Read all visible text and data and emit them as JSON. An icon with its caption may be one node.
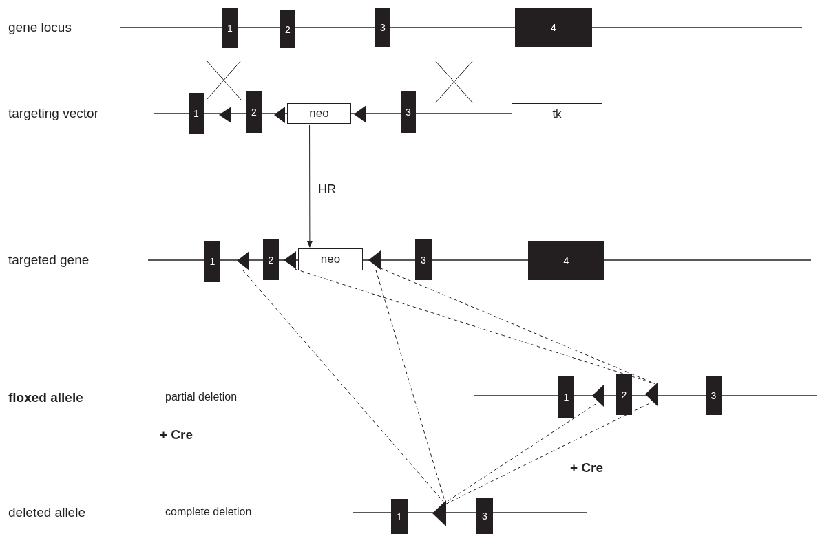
{
  "diagram": {
    "nodes": [
      {
        "text": [
          "1"
        ]
      },
      {
        "text": [
          "2"
        ]
      },
      {
        "text": [
          "3"
        ]
      },
      {
        "text": [
          "4"
        ]
      },
      {
        "text": [
          "1"
        ]
      },
      {
        "text": [],
        "shape": "triangle"
      },
      {
        "text": [
          "2"
        ]
      },
      {
        "text": [],
        "shape": "triangle"
      },
      {
        "text": [
          "neo"
        ]
      },
      {
        "text": [],
        "shape": "triangle"
      },
      {
        "text": [
          "3"
        ]
      },
      {
        "text": [
          "tk"
        ]
      },
      {
        "text": [
          "1"
        ]
      },
      {
        "text": [],
        "shape": "triangle"
      },
      {
        "text": [
          "2"
        ]
      },
      {
        "text": [],
        "shape": "triangle"
      },
      {
        "text": [
          "neo"
        ]
      },
      {
        "text": [],
        "shape": "triangle"
      },
      {
        "text": [
          "3"
        ]
      },
      {
        "text": [
          "4"
        ]
      },
      {
        "text": [
          "1"
        ]
      },
      {
        "text": [],
        "shape": "triangle"
      },
      {
        "text": [
          "2"
        ]
      },
      {
        "text": [],
        "shape": "triangle"
      },
      {
        "text": [
          "3"
        ]
      },
      {
        "text": [
          "1"
        ]
      },
      {
        "text": [],
        "shape": "triangle"
      },
      {
        "text": [
          "3"
        ]
      }
    ],
    "edges": [
      {
        "from": 8,
        "to": 16,
        "arrow": "to",
        "label": "HR"
      },
      {
        "from": 13,
        "to": 26,
        "arrow": "none",
        "style": "dashed"
      },
      {
        "from": 17,
        "to": 26,
        "arrow": "none",
        "style": "dashed"
      },
      {
        "from": 15,
        "to": 23,
        "arrow": "none",
        "style": "dashed"
      },
      {
        "from": 17,
        "to": 23,
        "arrow": "none",
        "style": "dashed"
      },
      {
        "from": 21,
        "to": 26,
        "arrow": "none",
        "style": "dashed"
      },
      {
        "from": 23,
        "to": 26,
        "arrow": "none",
        "style": "dashed"
      }
    ],
    "labels": [
      "gene locus",
      "targeting vector",
      "targeted gene",
      "+ Cre",
      "floxed allele",
      "partial deletion",
      "+ Cre",
      "deleted allele",
      "complete deletion"
    ]
  }
}
